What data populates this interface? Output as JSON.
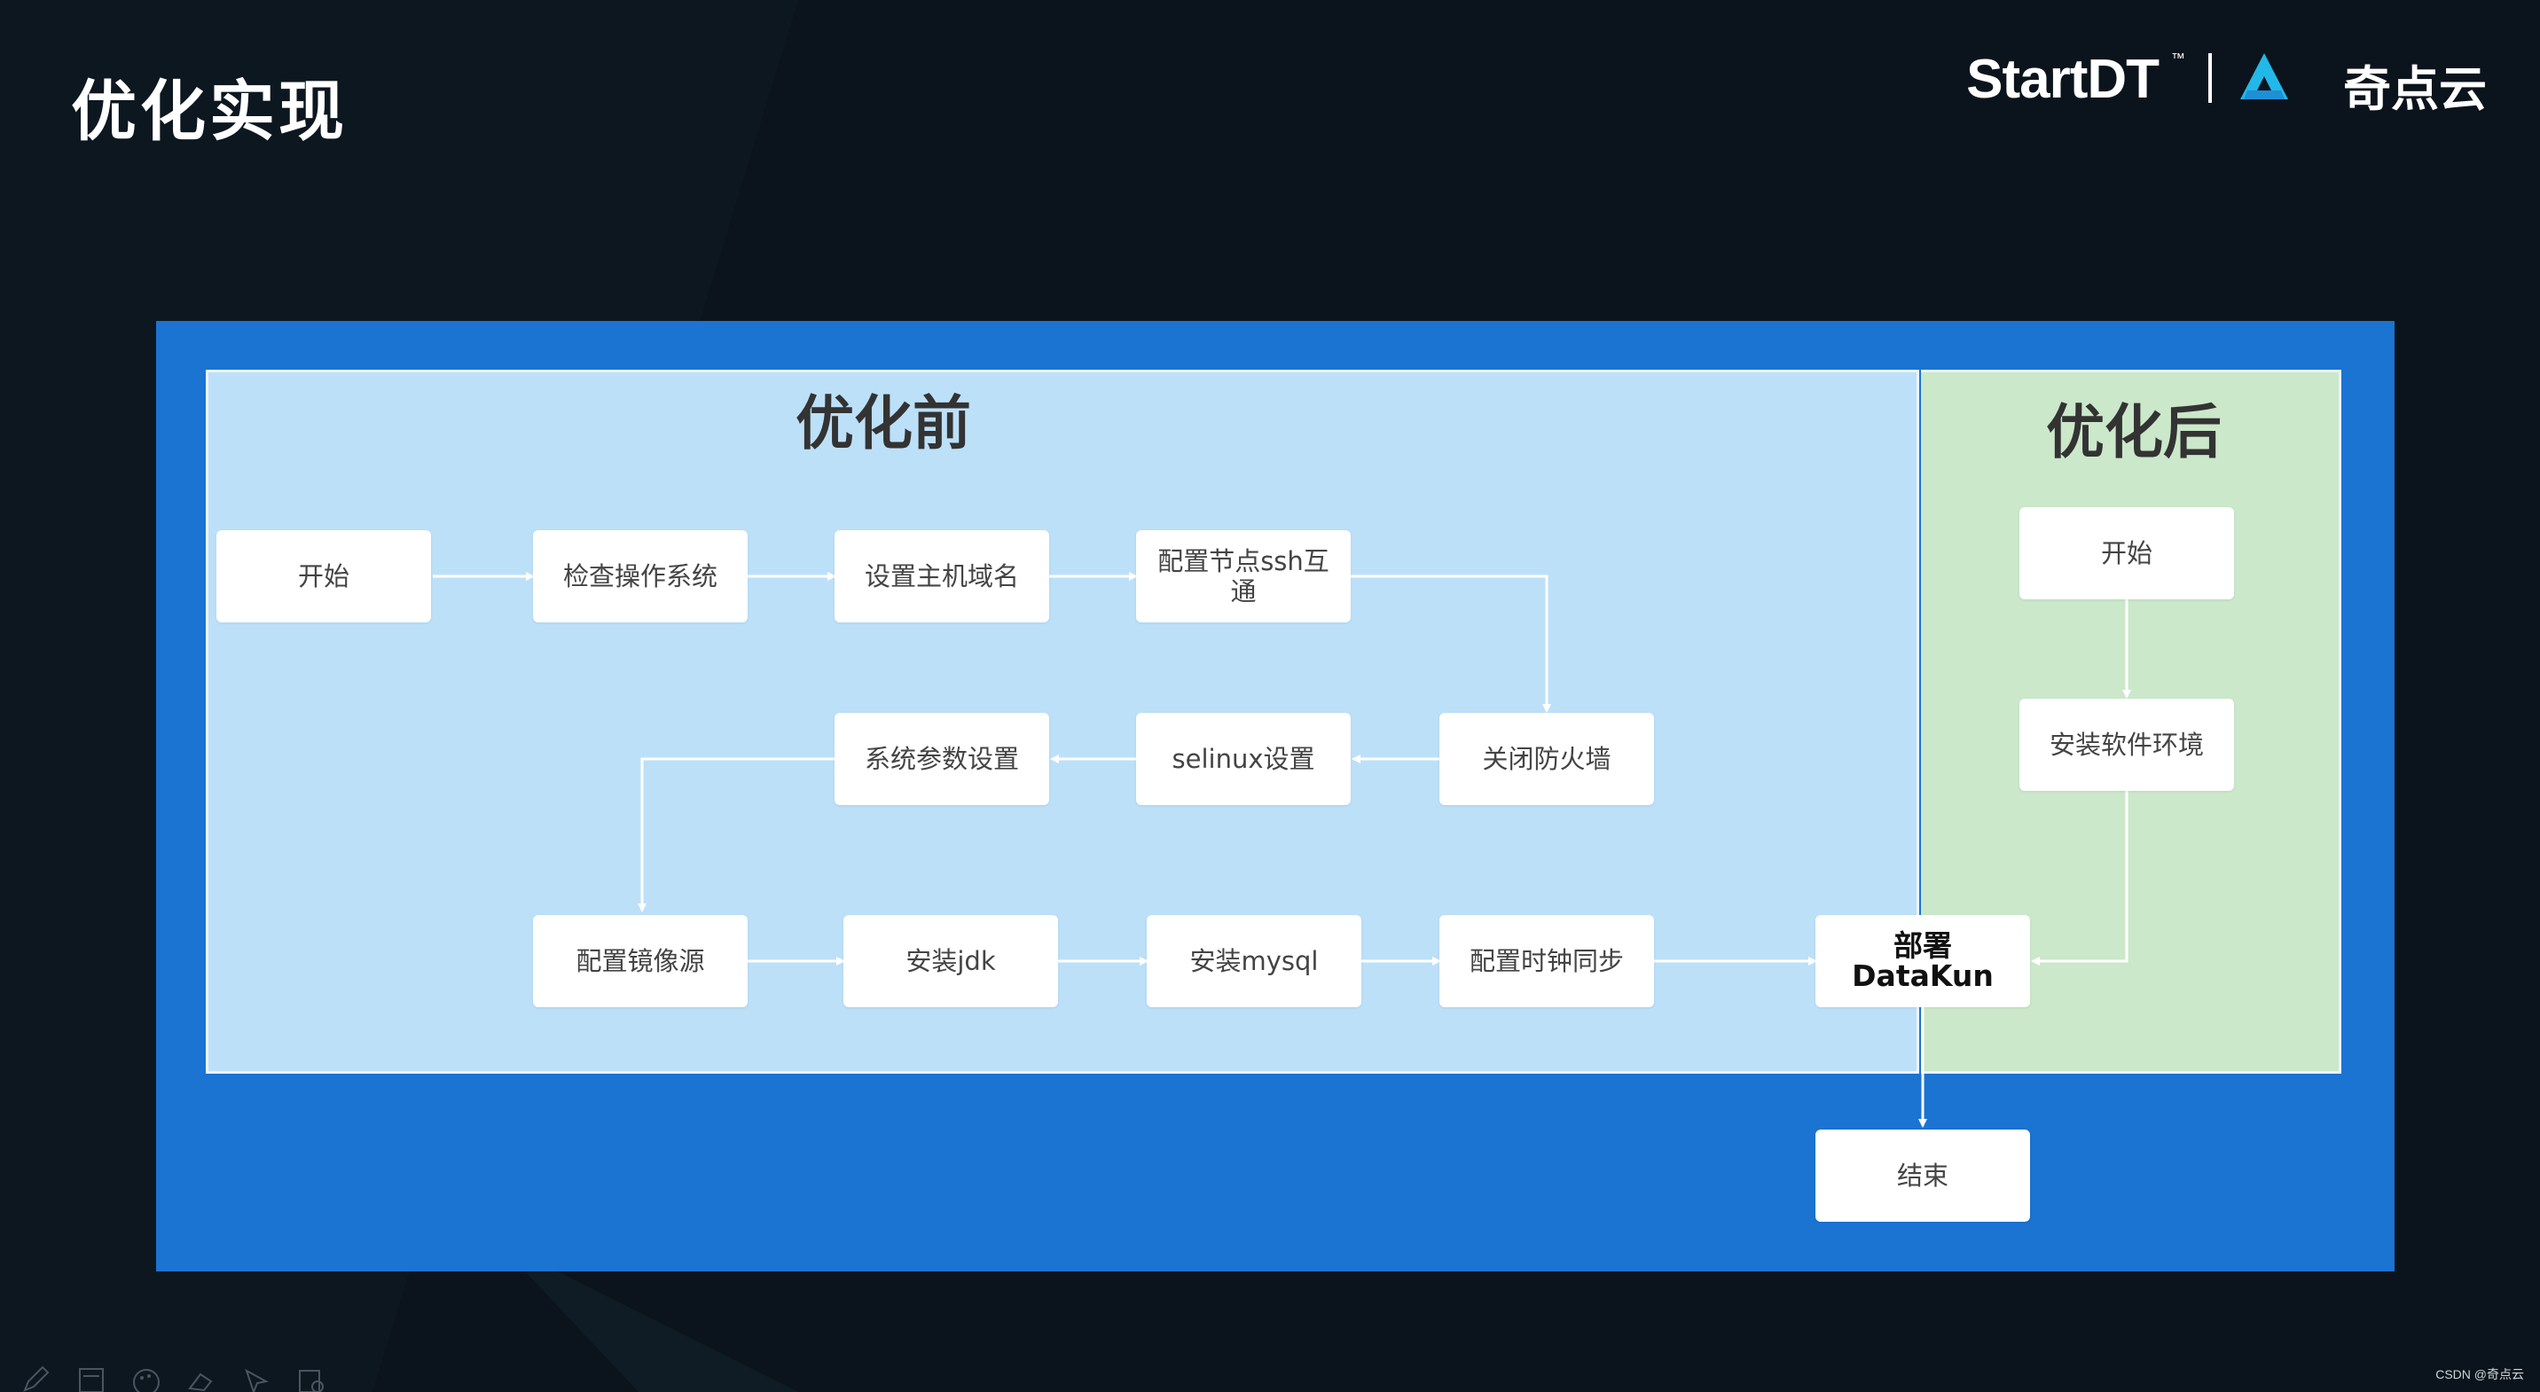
{
  "slide": {
    "title": "优化实现"
  },
  "logo": {
    "brand_text": "StartDT",
    "trademark": "™",
    "brand_cn": "奇点云"
  },
  "diagram": {
    "before_title": "优化前",
    "after_title": "优化后",
    "nodes": {
      "start": "开始",
      "check_os": "检查操作系统",
      "set_hostname": "设置主机域名",
      "ssh_trust": "配置节点ssh互通",
      "firewall": "关闭防火墙",
      "selinux": "selinux设置",
      "sys_params": "系统参数设置",
      "mirror": "配置镜像源",
      "jdk": "安装jdk",
      "mysql": "安装mysql",
      "clock_sync": "配置时钟同步",
      "deploy": "部署DataKun",
      "end": "结束",
      "after_start": "开始",
      "after_env": "安装软件环境"
    }
  },
  "watermark": "CSDN @奇点云",
  "colors": {
    "page_bg": "#0b141c",
    "panel": "#1b73d2",
    "before_region": "#bde0f9",
    "after_region": "#cbe8ca",
    "node": "#ffffff",
    "arrow": "#ffffff"
  },
  "icons": [
    "pen-icon",
    "document-icon",
    "palette-icon",
    "eraser-icon",
    "pointer-icon",
    "settings-icon"
  ]
}
